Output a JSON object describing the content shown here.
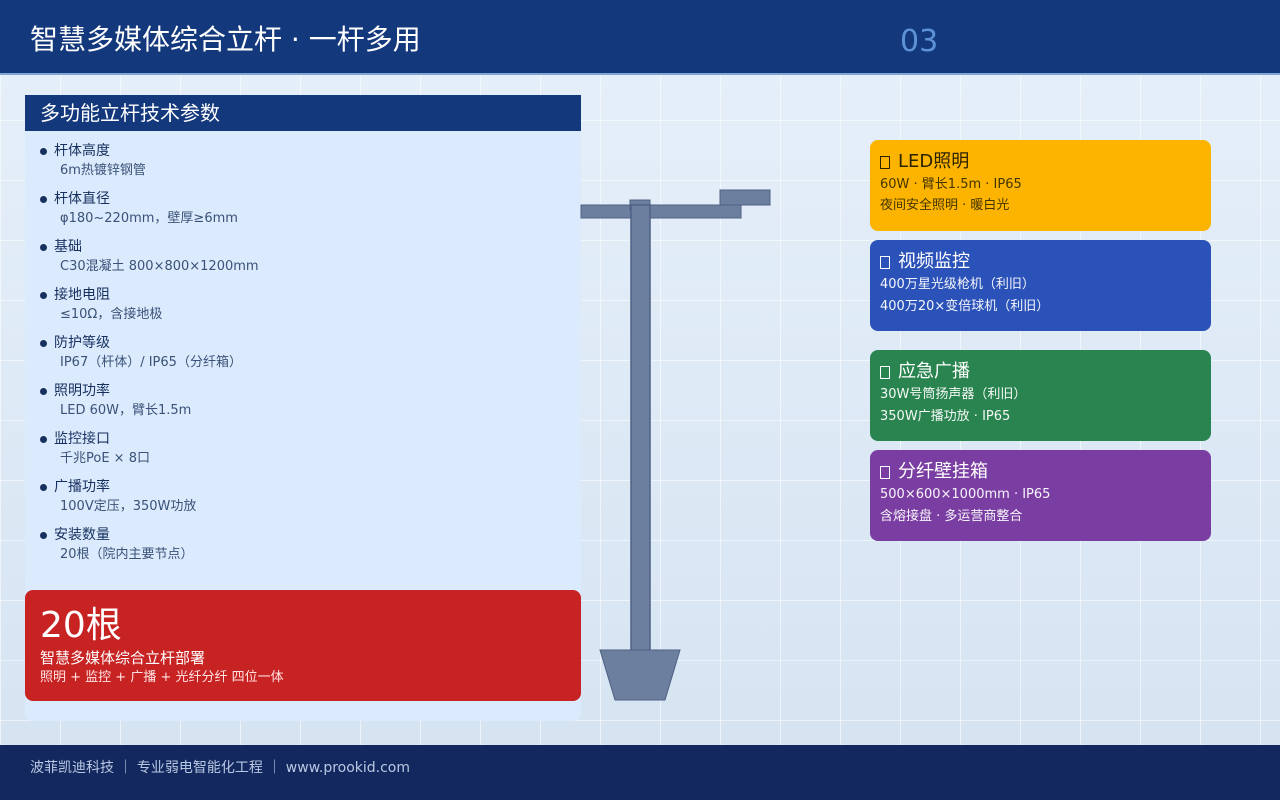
{
  "header": {
    "title": "智慧多媒体综合立杆 · 一杆多用",
    "page_number": "03"
  },
  "spec_panel": {
    "title": "多功能立杆技术参数",
    "items": [
      {
        "label": "杆体高度",
        "value": "6m热镀锌钢管"
      },
      {
        "label": "杆体直径",
        "value": "φ180~220mm，壁厚≥6mm"
      },
      {
        "label": "基础",
        "value": "C30混凝土 800×800×1200mm"
      },
      {
        "label": "接地电阻",
        "value": "≤10Ω，含接地极"
      },
      {
        "label": "防护等级",
        "value": "IP67（杆体）/ IP65（分纤箱）"
      },
      {
        "label": "照明功率",
        "value": "LED 60W，臂长1.5m"
      },
      {
        "label": "监控接口",
        "value": "千兆PoE × 8口"
      },
      {
        "label": "广播功率",
        "value": "100V定压，350W功放"
      },
      {
        "label": "安装数量",
        "value": "20根（院内主要节点）"
      }
    ]
  },
  "highlight": {
    "count": "20根",
    "subtitle": "智慧多媒体综合立杆部署",
    "detail": "照明 + 监控 + 广播 + 光纤分纤 四位一体",
    "color": "#c82323"
  },
  "features": [
    {
      "icon": "bulb-icon",
      "title": "LED照明",
      "line1": "60W · 臂长1.5m · IP65",
      "line2": "夜间安全照明 · 暖白光",
      "color": "#fcb400"
    },
    {
      "icon": "camera-icon",
      "title": "视频监控",
      "line1": "400万星光级枪机（利旧）",
      "line2": "400万20×变倍球机（利旧）",
      "color": "#2b52b8"
    },
    {
      "icon": "speaker-icon",
      "title": "应急广播",
      "line1": "30W号筒扬声器（利旧）",
      "line2": "350W广播功放 · IP65",
      "color": "#2a8450"
    },
    {
      "icon": "cabinet-icon",
      "title": "分纤壁挂箱",
      "line1": "500×600×1000mm · IP65",
      "line2": "含熔接盘 · 多运营商整合",
      "color": "#7a3ea2"
    }
  ],
  "footer": {
    "text": "波菲凯迪科技 ｜ 专业弱电智能化工程 ｜ www.prookid.com"
  }
}
